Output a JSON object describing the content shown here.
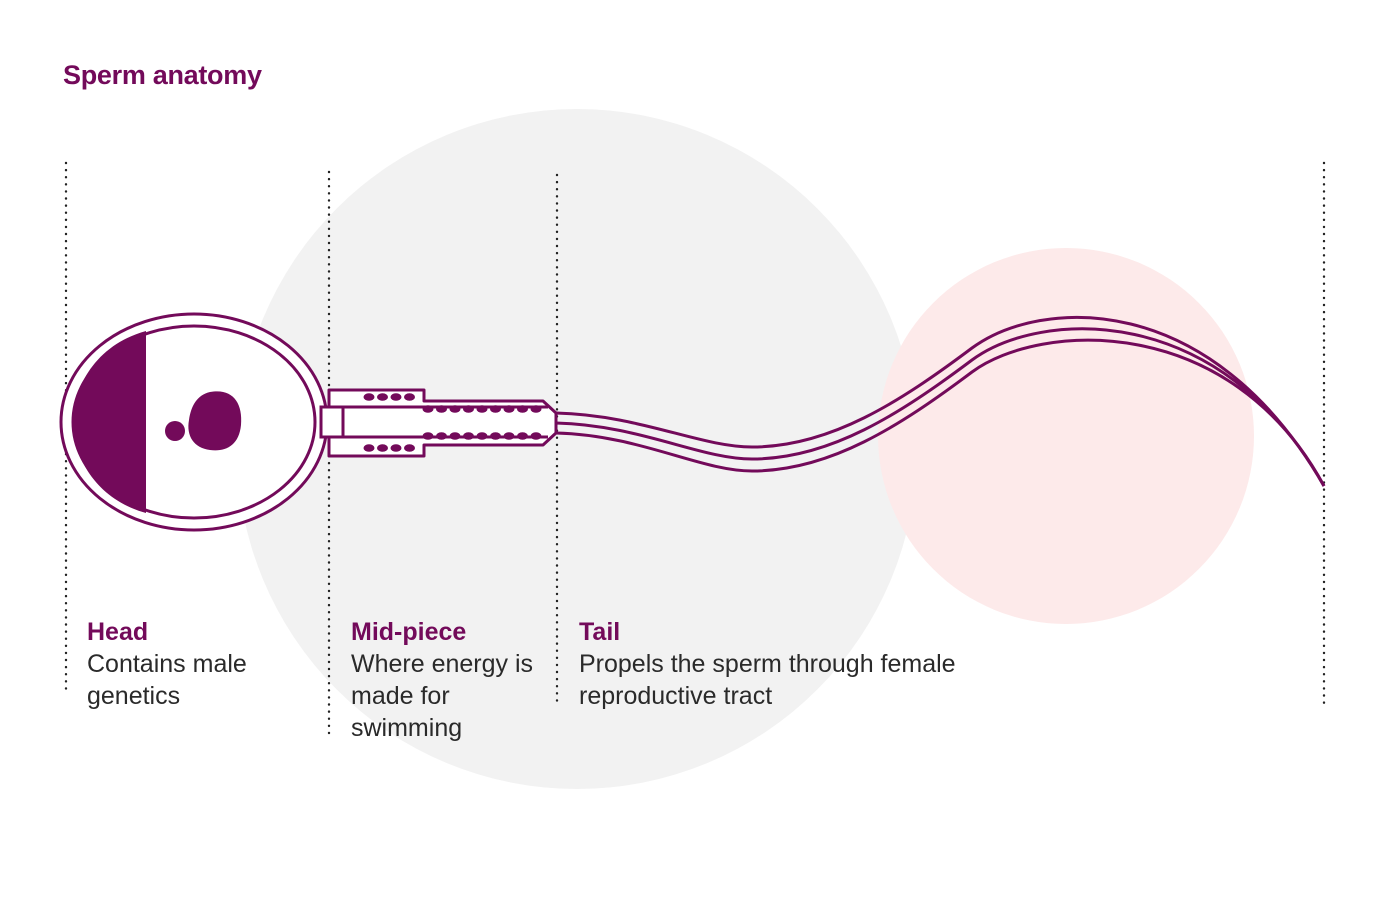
{
  "title": "Sperm anatomy",
  "colors": {
    "accent": "#730a5a",
    "grey_circle": "#f2f2f2",
    "pink_circle": "#fdeaea",
    "body_text": "#2a2a2a"
  },
  "parts": [
    {
      "name": "Head",
      "description": "Contains male genetics"
    },
    {
      "name": "Mid-piece",
      "description": "Where energy is made for swimming"
    },
    {
      "name": "Tail",
      "description": "Propels the sperm through female reproductive tract"
    }
  ]
}
